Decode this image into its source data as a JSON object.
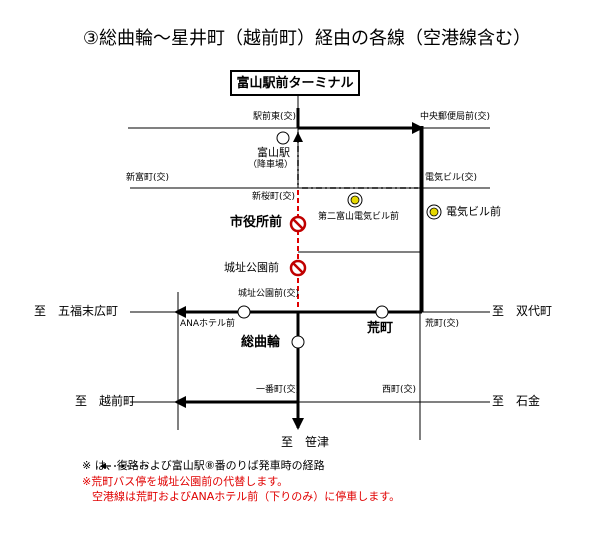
{
  "title": "③総曲輪～星井町（越前町）経由の各線（空港線含む）",
  "terminal": "富山駅前ターミナル",
  "intersections": {
    "ekimae_higashi": "駅前東(交)",
    "chuo_yubinkyoku": "中央郵便局前(交)",
    "shintomi": "新富町(交)",
    "denki_building": "電気ビル(交)",
    "shinsakura": "新桜町(交)",
    "joshi_koen": "城址公園前(交)",
    "arakawa": "荒町(交)",
    "ichibancho": "一番町(交)",
    "nishicho": "西町(交)"
  },
  "stops": {
    "toyama_station": "富山駅",
    "toyama_station_sub": "（降車場）",
    "shiyakusho": "市役所前",
    "daini_denki": "第二富山電気ビル前",
    "denki_building_mae": "電気ビル前",
    "joshi_koen": "城址公園前",
    "ana_hotel": "ANAホテル前",
    "aramachi": "荒町",
    "sogawa": "総曲輪"
  },
  "destinations": {
    "gofuku": "至　五福末広町",
    "futayo": "至　双代町",
    "echizen": "至　越前町",
    "sekikin": "至　石金",
    "sasazu": "至　笹津"
  },
  "notes": {
    "line1": "※       は、復路および富山駅⑧番のりば発車時の経路",
    "line2": "※荒町バス停を城址公園前の代替します。",
    "line3": "空港線は荒町およびANAホテル前（下りのみ）に停車します。"
  },
  "colors": {
    "route": "#000000",
    "red_route": "#e00000",
    "airport_stop": "#e6d800",
    "no_stop": "#c00000",
    "red_text": "#e00000"
  }
}
